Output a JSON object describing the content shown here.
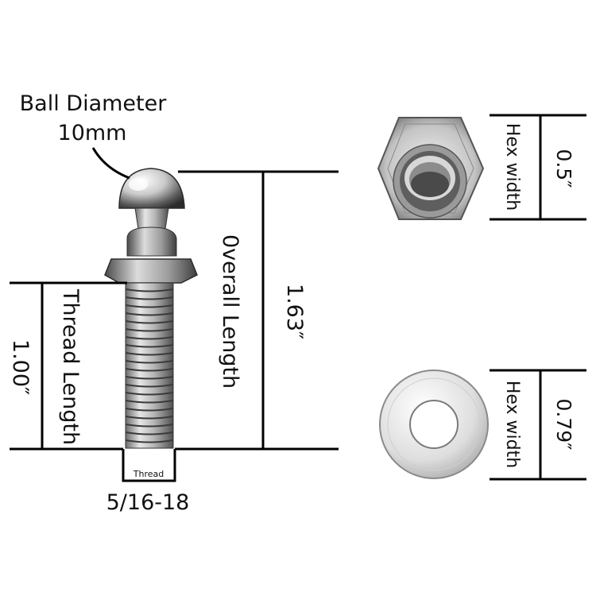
{
  "labels": {
    "ball_diameter_title": "Ball Diameter",
    "ball_diameter_value": "10mm",
    "overall_length_label": "0verall Length",
    "overall_length_value": "1.63″",
    "thread_length_label": "Thread Length",
    "thread_length_value": "1.00″",
    "thread_tag": "Thread",
    "thread_size": "5/16-18",
    "nut_hex_label": "Hex width",
    "nut_hex_value": "0.5″",
    "washer_hex_label": "Hex width",
    "washer_hex_value": "0.79″"
  },
  "colors": {
    "background": "#ffffff",
    "line": "#000000",
    "metal_light": "#e8e8e8",
    "metal_mid": "#a8a8a8",
    "metal_dark": "#555555"
  }
}
